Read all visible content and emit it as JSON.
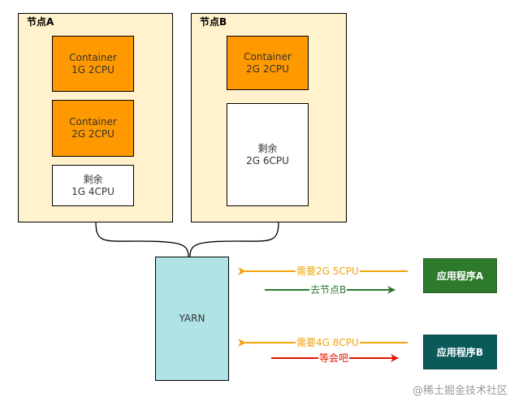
{
  "node_a": {
    "title": "节点A",
    "container1": {
      "line1": "Container",
      "line2": "1G 2CPU"
    },
    "container2": {
      "line1": "Container",
      "line2": "2G 2CPU"
    },
    "free": {
      "line1": "剩余",
      "line2": "1G 4CPU"
    }
  },
  "node_b": {
    "title": "节点B",
    "container1": {
      "line1": "Container",
      "line2": "2G 2CPU"
    },
    "free": {
      "line1": "剩余",
      "line2": "2G 6CPU"
    }
  },
  "yarn": {
    "label": "YARN"
  },
  "app_a": {
    "label": "应用程序A",
    "request": "需要2G 5CPU",
    "response": "去节点B"
  },
  "app_b": {
    "label": "应用程序B",
    "request": "需要4G 8CPU",
    "response": "等会吧"
  },
  "watermark": "@稀土掘金技术社区",
  "colors": {
    "node_fill": "#fff2cc",
    "container_fill": "#ff9900",
    "yarn_fill": "#b0e3e6",
    "app_a_fill": "#2d7a2d",
    "app_b_fill": "#0b5a5a",
    "request_arrow": "#f0a30a",
    "go_arrow": "#2d7a2d",
    "wait_arrow": "#e51400"
  }
}
